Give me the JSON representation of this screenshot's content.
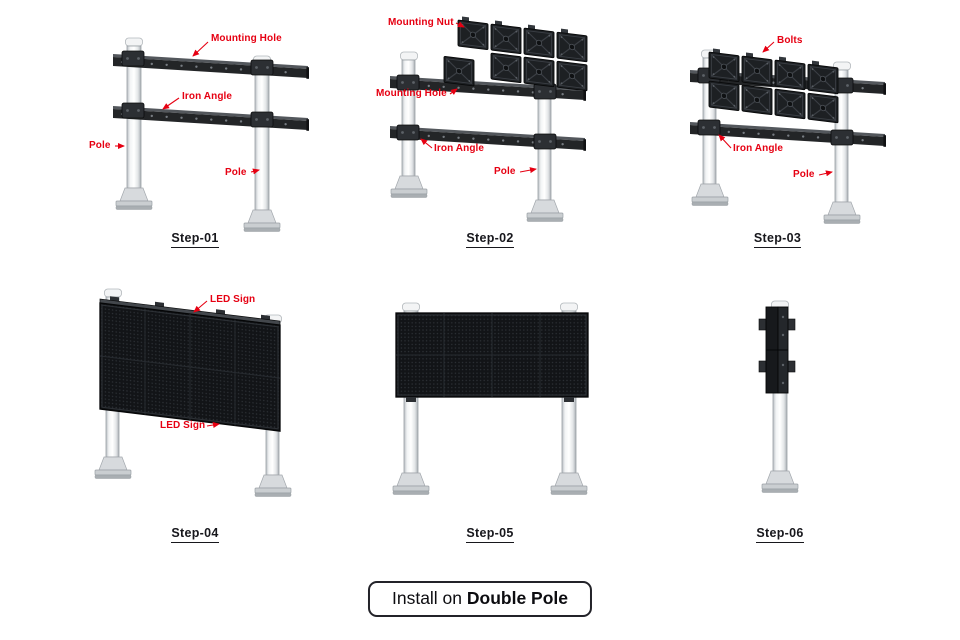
{
  "steps": [
    {
      "label": "Step-01",
      "annotations": {
        "mounting_hole": "Mounting Hole",
        "iron_angle": "Iron Angle",
        "pole_left": "Pole",
        "pole_right": "Pole"
      }
    },
    {
      "label": "Step-02",
      "annotations": {
        "mounting_nut": "Mounting Nut",
        "mounting_hole": "Mounting Hole",
        "iron_angle": "Iron Angle",
        "pole": "Pole"
      }
    },
    {
      "label": "Step-03",
      "annotations": {
        "bolts": "Bolts",
        "iron_angle": "Iron Angle",
        "pole": "Pole"
      }
    },
    {
      "label": "Step-04",
      "annotations": {
        "led_sign_top": "LED Sign",
        "led_sign_bottom": "LED Sign"
      }
    },
    {
      "label": "Step-05",
      "annotations": {}
    },
    {
      "label": "Step-06",
      "annotations": {}
    }
  ],
  "caption": {
    "text_regular": "Install on ",
    "text_bold": "Double Pole"
  },
  "colors": {
    "annotation_red": "#e60012",
    "step_label": "#17171c",
    "panel_dark": "#121417",
    "pole_metal": "#ffffff"
  }
}
